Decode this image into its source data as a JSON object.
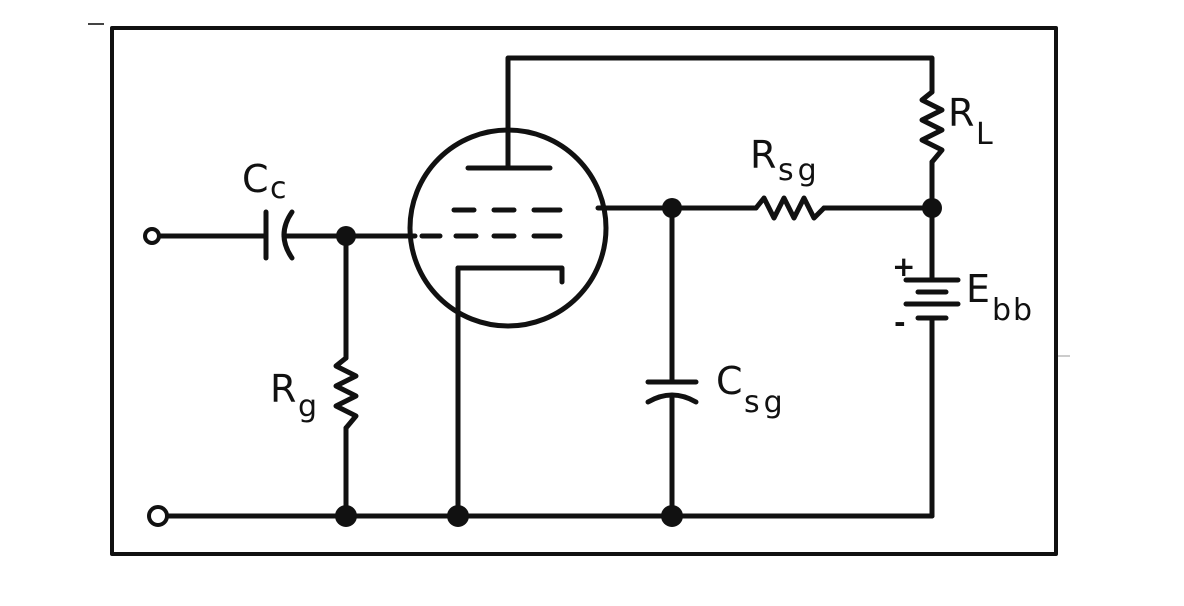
{
  "labels": {
    "cc": {
      "main": "C",
      "sub": "c"
    },
    "rg": {
      "main": "R",
      "sub": "g"
    },
    "rsg": {
      "main": "R",
      "sub": "sg"
    },
    "csg": {
      "main": "C",
      "sub": "sg"
    },
    "rl": {
      "main": "R",
      "sub": "L"
    },
    "ebb": {
      "main": "E",
      "sub": "bb"
    }
  },
  "battery_polarity": {
    "positive": "+",
    "negative": "-"
  }
}
